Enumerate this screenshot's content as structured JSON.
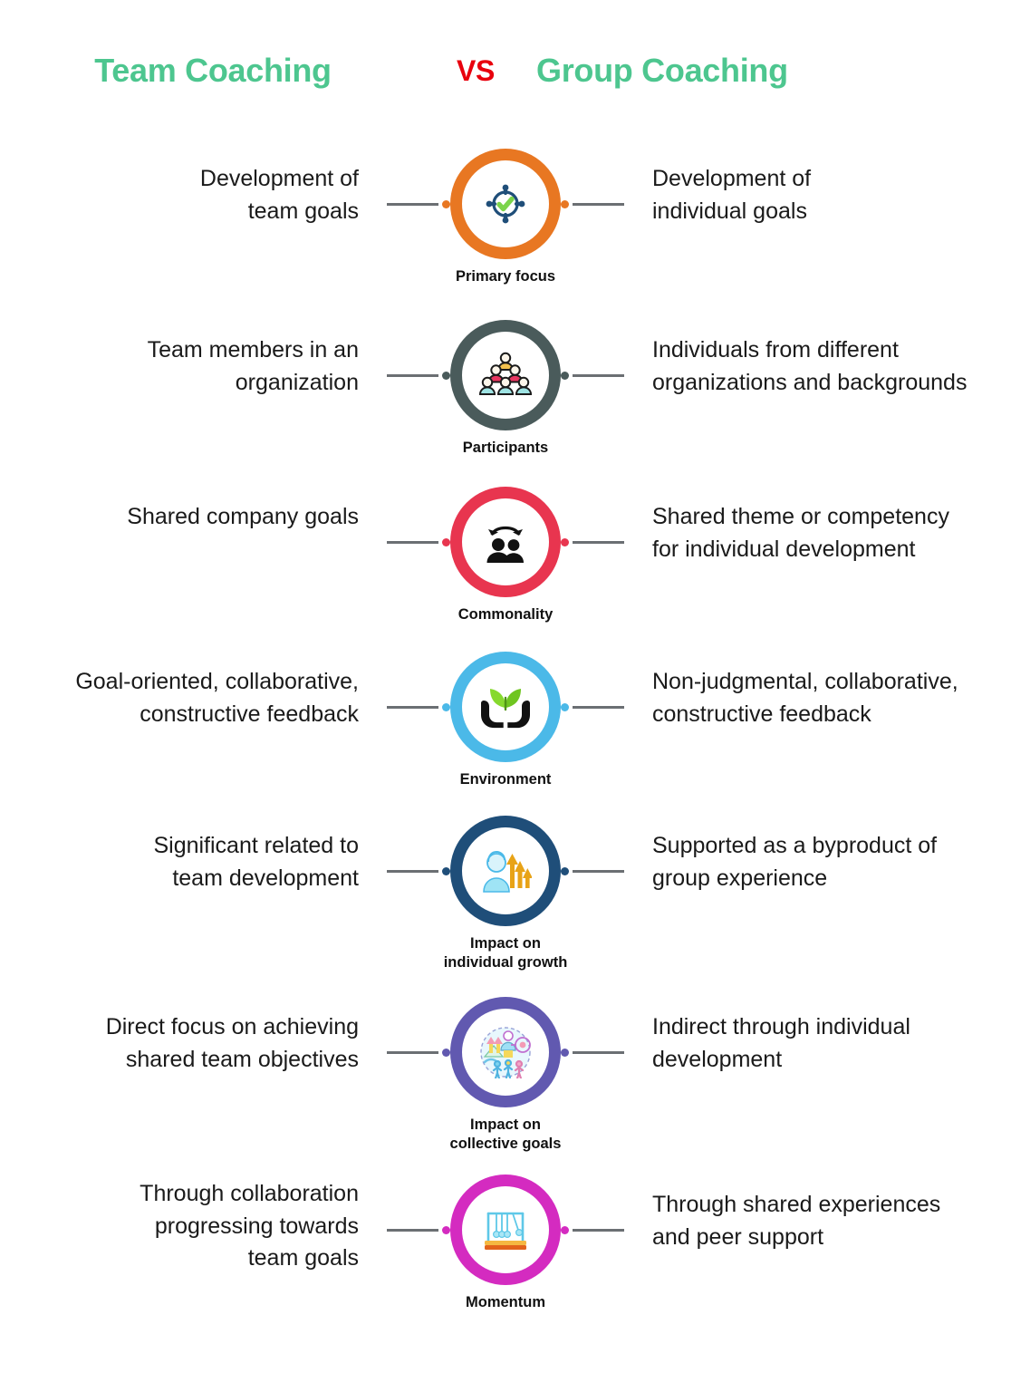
{
  "header": {
    "left_title": "Team Coaching",
    "vs": "VS",
    "right_title": "Group Coaching",
    "title_color": "#4DC68F",
    "vs_color": "#E8000D"
  },
  "rows": [
    {
      "category": "Primary focus",
      "icon": "target-check-icon",
      "color": "#E87722",
      "left": "Development of\nteam goals",
      "right": "Development of\nindividual goals"
    },
    {
      "category": "Participants",
      "icon": "people-pyramid-icon",
      "color": "#4A5B5B",
      "left": "Team members in an\norganization",
      "right": "Individuals from different\norganizations and backgrounds"
    },
    {
      "category": "Commonality",
      "icon": "two-people-exchange-icon",
      "color": "#E8354F",
      "left": "Shared company goals",
      "right": "Shared theme or competency\nfor individual development"
    },
    {
      "category": "Environment",
      "icon": "hands-leaf-icon",
      "color": "#4BB9E8",
      "left": "Goal-oriented, collaborative,\nconstructive feedback",
      "right": "Non-judgmental, collaborative,\nconstructive feedback"
    },
    {
      "category": "Impact on\nindividual growth",
      "icon": "person-growth-arrows-icon",
      "color": "#1F4E79",
      "left": "Significant related to\nteam development",
      "right": "Supported as a byproduct of\ngroup experience"
    },
    {
      "category": "Impact on\ncollective goals",
      "icon": "team-collaboration-icon",
      "color": "#6159B0",
      "left": "Direct focus on achieving\nshared team objectives",
      "right": "Indirect through individual\ndevelopment"
    },
    {
      "category": "Momentum",
      "icon": "newtons-cradle-icon",
      "color": "#D42BC0",
      "left": "Through collaboration\nprogressing towards\nteam goals",
      "right": "Through shared experiences\nand peer support"
    }
  ]
}
